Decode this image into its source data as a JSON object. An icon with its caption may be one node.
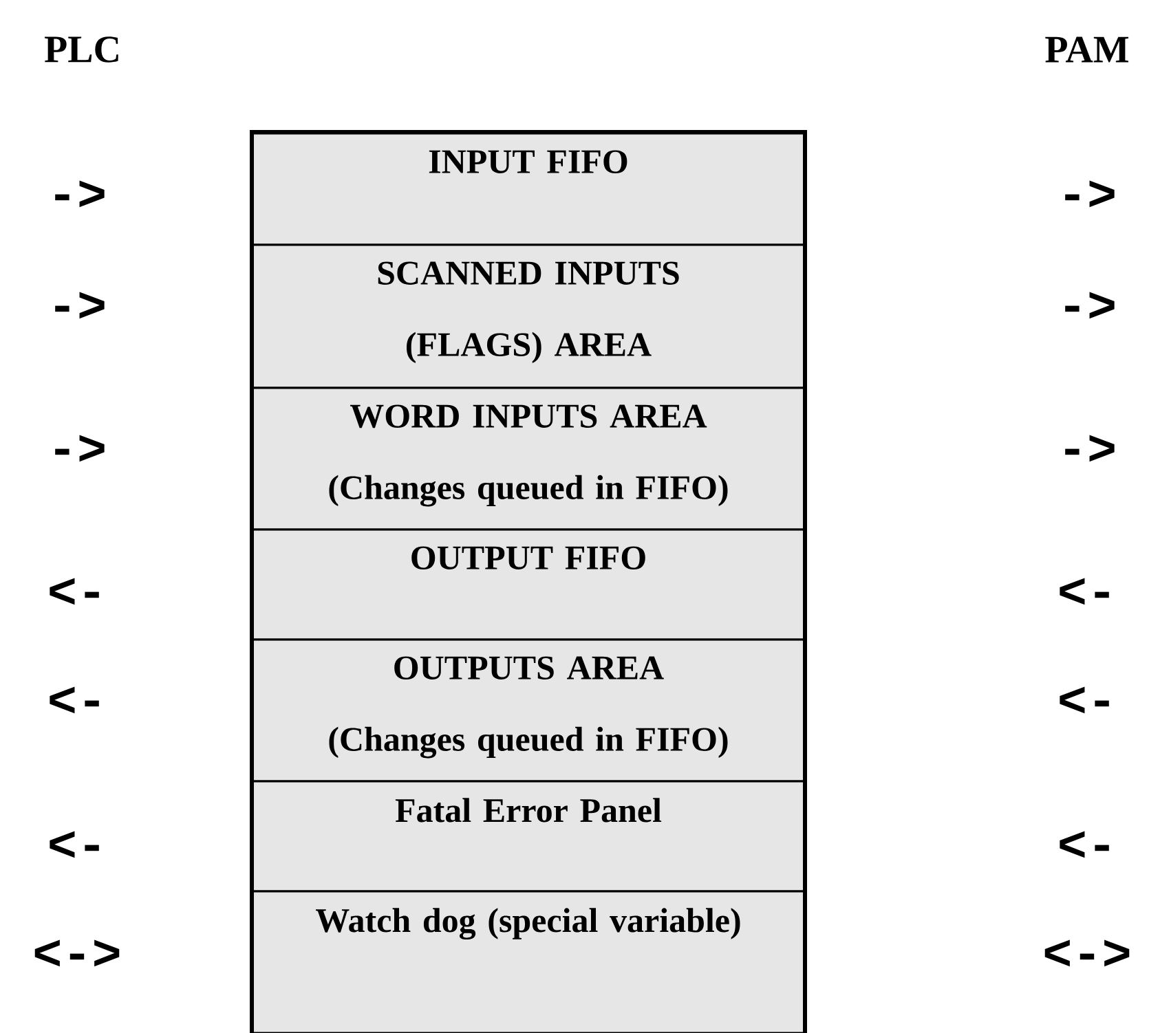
{
  "diagram": {
    "nodes": [
      {
        "text": [
          "INPUT FIFO"
        ]
      },
      {
        "text": [
          "SCANNED INPUTS (FLAGS) AREA"
        ]
      },
      {
        "text": [
          "WORD INPUTS AREA (Changes queued in FIFO)"
        ]
      },
      {
        "text": [
          "OUTPUT FIFO"
        ]
      },
      {
        "text": [
          "OUTPUTS AREA (Changes queued in FIFO)"
        ]
      },
      {
        "text": [
          "Fatal Error Panel"
        ]
      },
      {
        "text": [
          "Watch dog (special variable)"
        ]
      }
    ],
    "labels": [
      "PLC",
      "PAM",
      "->",
      "->",
      "->",
      "->",
      "->",
      "->",
      "<-",
      "<-",
      "<-",
      "<-",
      "<-",
      "<-",
      "<->",
      "<->"
    ]
  }
}
